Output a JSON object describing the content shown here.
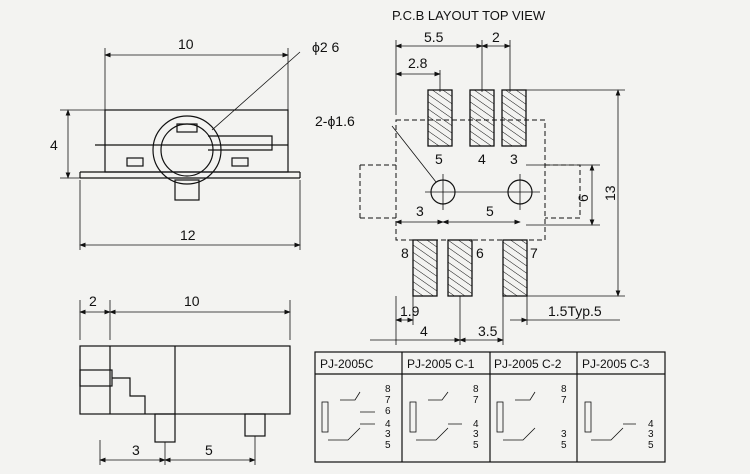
{
  "title": "P.C.B LAYOUT  TOP VIEW",
  "front_view": {
    "width_top": "10",
    "height": "4",
    "diameter": "ϕ2 6",
    "width_bottom": "12"
  },
  "side_view": {
    "offset": "2",
    "length": "10",
    "pitch_a": "3",
    "pitch_b": "5"
  },
  "pcb_layout": {
    "dim_5_5": "5.5",
    "dim_2": "2",
    "dim_2_8": "2.8",
    "holes_label": "2-ϕ1.6",
    "dim_3": "3",
    "dim_5": "5",
    "dim_6": "6",
    "dim_13": "13",
    "dim_1_9": "1.9",
    "dim_4": "4",
    "dim_3_5": "3.5",
    "pad_width": "1.5Typ.5",
    "pins_top": [
      "5",
      "4",
      "3"
    ],
    "pins_bottom": [
      "8",
      "6",
      "7"
    ]
  },
  "models": [
    {
      "name": "PJ-2005C",
      "pins": [
        "8",
        "7",
        "6",
        "4",
        "3",
        "5"
      ]
    },
    {
      "name": "PJ-2005 C-1",
      "pins": [
        "8",
        "7",
        "4",
        "3",
        "5"
      ]
    },
    {
      "name": "PJ-2005 C-2",
      "pins": [
        "8",
        "7",
        "3",
        "5"
      ]
    },
    {
      "name": "PJ-2005 C-3",
      "pins": [
        "4",
        "3",
        "5"
      ]
    }
  ]
}
